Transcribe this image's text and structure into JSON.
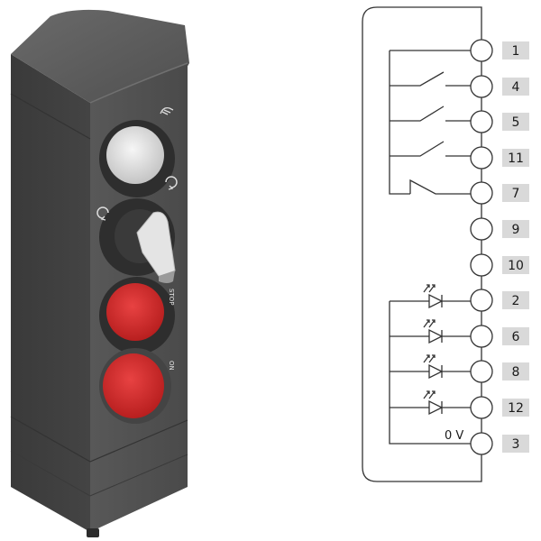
{
  "device": {
    "buttons": [
      {
        "kind": "pushbutton",
        "color": "#e2e2e2"
      },
      {
        "kind": "key-selector",
        "color": "#e6e6e6"
      },
      {
        "kind": "pushbutton",
        "color": "#d63131",
        "side_mark": "STOP"
      },
      {
        "kind": "pushbutton",
        "color": "#d63131",
        "side_mark": "ON"
      }
    ],
    "housing_color": "#4a4a4a",
    "icons": [
      "hand-icon",
      "rotate-right-icon",
      "rotate-left-icon"
    ]
  },
  "diagram": {
    "pins": [
      "1",
      "4",
      "5",
      "11",
      "7",
      "9",
      "10",
      "2",
      "6",
      "8",
      "12",
      "3"
    ],
    "ground_label": "0 V",
    "label_bg": "#d9d9d9",
    "line_color": "#333333"
  }
}
